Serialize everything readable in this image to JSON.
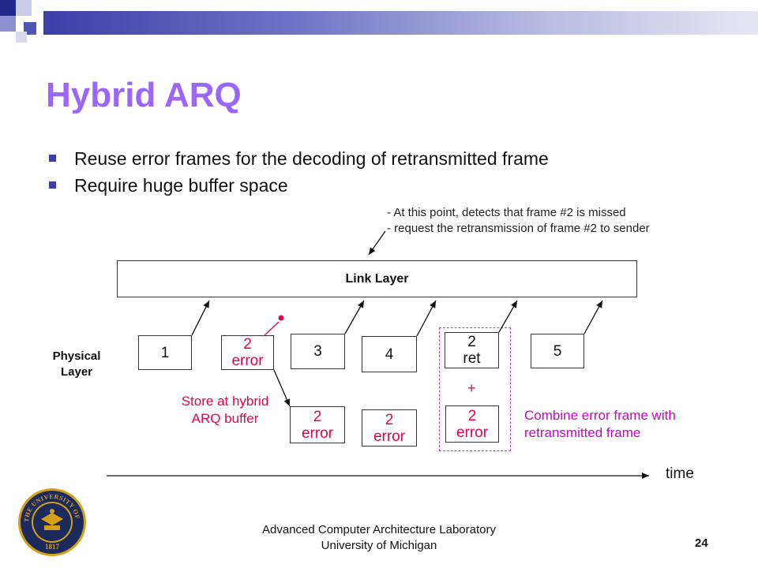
{
  "slide": {
    "title": "Hybrid ARQ",
    "bullets": [
      "Reuse error frames for the decoding of retransmitted frame",
      "Require huge buffer space"
    ],
    "page_number": "24",
    "footer_line1": "Advanced Computer Architecture Laboratory",
    "footer_line2": "University of Michigan"
  },
  "diagram": {
    "note_line1": "- At this point, detects that frame #2 is missed",
    "note_line2": "- request the retransmission of frame #2 to sender",
    "link_layer": "Link Layer",
    "physical_layer_line1": "Physical",
    "physical_layer_line2": "Layer",
    "frames": [
      {
        "line1": "1",
        "line2": ""
      },
      {
        "line1": "2",
        "line2": "error"
      },
      {
        "line1": "3",
        "line2": ""
      },
      {
        "line1": "4",
        "line2": ""
      },
      {
        "line1": "2",
        "line2": "ret"
      },
      {
        "line1": "5",
        "line2": ""
      }
    ],
    "buffer_frames": [
      {
        "line1": "2",
        "line2": "error"
      },
      {
        "line1": "2",
        "line2": "error"
      },
      {
        "line1": "2",
        "line2": "error"
      }
    ],
    "store_line1": "Store at hybrid",
    "store_line2": "ARQ buffer",
    "plus": "+",
    "combine_line1": "Combine error frame with",
    "combine_line2": "retransmitted frame",
    "time_label": "time"
  },
  "seal": {
    "text": "THE UNIVERSITY OF MICHIGAN",
    "year": "1817"
  },
  "colors": {
    "title": "#9966ff",
    "accent": "#3b3fa8",
    "error_red": "#e8004c",
    "combine_magenta": "#cc00cc",
    "seal_blue": "#1c2a5c",
    "seal_gold": "#d4a017"
  }
}
